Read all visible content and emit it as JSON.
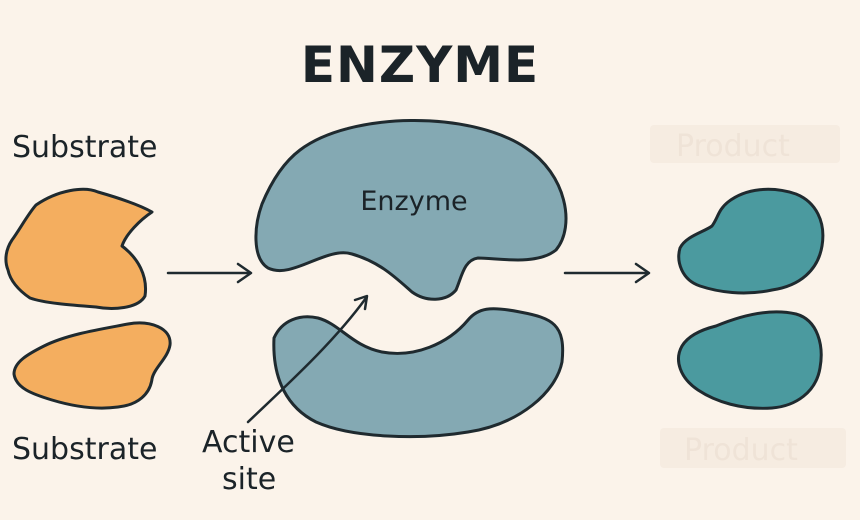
{
  "title": "ENZYME",
  "labels": {
    "substrate_top": "Substrate",
    "substrate_bottom": "Substrate",
    "enzyme": "Enzyme",
    "active_site_line1": "Active",
    "active_site_line2": "site",
    "product_top": "Product",
    "product_bottom": "Product"
  },
  "colors": {
    "background": "#fbf3ea",
    "substrate": "#f4ae5f",
    "enzyme": "#84a9b3",
    "product": "#4b9a9f",
    "outline": "#1f2a2f",
    "faded_label_box": "#f6ece1"
  }
}
